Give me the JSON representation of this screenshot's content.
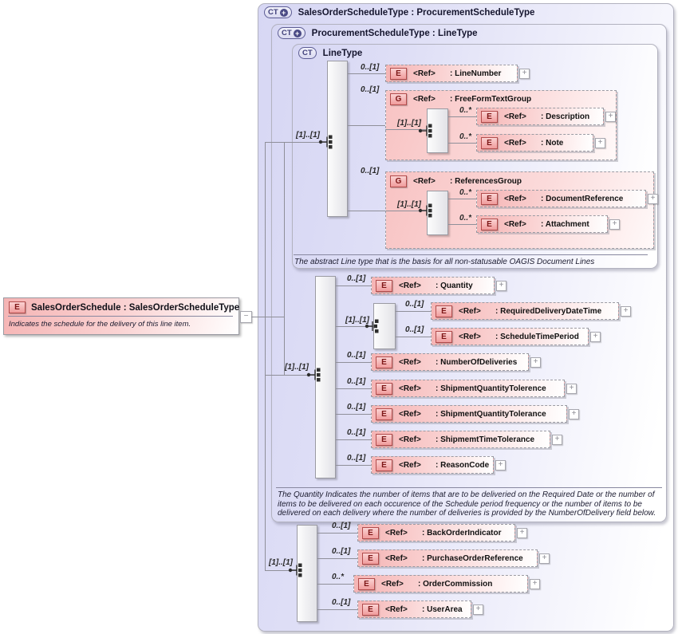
{
  "root_element": {
    "badge": "E",
    "title": "SalesOrderSchedule : SalesOrderScheduleType",
    "description": "Indicates the schedule for the delivery of this line item."
  },
  "types": {
    "outer": {
      "badge": "CT",
      "title": "SalesOrderScheduleType : ProcurementScheduleType"
    },
    "middle": {
      "badge": "CT",
      "title": "ProcurementScheduleType : LineType"
    },
    "inner": {
      "badge": "CT",
      "title": "LineType"
    }
  },
  "annotations": {
    "line_type": "The abstract Line type that is the basis for all non-statusable OAGIS Document Lines",
    "procurement": "The Quantity Indicates the number of items that are to be deliveried on the Required Date or the number of items to be delivered on each occurence of the Schedule period frequency or the number of items to be delivered on each delivery where the number of deliveries is provided by the NumberOfDelivery field below."
  },
  "seq_cards": {
    "line_type": "[1]..[1]",
    "free_form_text_group": "[1]..[1]",
    "references_group": "[1]..[1]",
    "procurement": "[1]..[1]",
    "choice": "[1]..[1]",
    "sales": "[1]..[1]"
  },
  "rows": {
    "line_number": {
      "badge": "E",
      "ref": "<Ref>",
      "name": ": LineNumber",
      "card": "0..[1]"
    },
    "free_form_text_group": {
      "badge": "G",
      "ref": "<Ref>",
      "name": ": FreeFormTextGroup",
      "card": "0..[1]"
    },
    "description": {
      "badge": "E",
      "ref": "<Ref>",
      "name": ": Description",
      "card": "0..*"
    },
    "note": {
      "badge": "E",
      "ref": "<Ref>",
      "name": ": Note",
      "card": "0..*"
    },
    "references_group": {
      "badge": "G",
      "ref": "<Ref>",
      "name": ": ReferencesGroup",
      "card": "0..[1]"
    },
    "document_reference": {
      "badge": "E",
      "ref": "<Ref>",
      "name": ": DocumentReference",
      "card": "0..*"
    },
    "attachment": {
      "badge": "E",
      "ref": "<Ref>",
      "name": ": Attachment",
      "card": "0..*"
    },
    "quantity": {
      "badge": "E",
      "ref": "<Ref>",
      "name": ": Quantity",
      "card": "0..[1]"
    },
    "required_delivery_date_time": {
      "badge": "E",
      "ref": "<Ref>",
      "name": ": RequiredDeliveryDateTime",
      "card": "0..[1]"
    },
    "schedule_time_period": {
      "badge": "E",
      "ref": "<Ref>",
      "name": ": ScheduleTimePeriod",
      "card": "0..[1]"
    },
    "number_of_deliveries": {
      "badge": "E",
      "ref": "<Ref>",
      "name": ": NumberOfDeliveries",
      "card": "0..[1]"
    },
    "shipment_quantity_tolerence": {
      "badge": "E",
      "ref": "<Ref>",
      "name": ": ShipmentQuantityTolerence",
      "card": "0..[1]"
    },
    "shipment_quantity_tolerance": {
      "badge": "E",
      "ref": "<Ref>",
      "name": ": ShipmentQuantityTolerance",
      "card": "0..[1]"
    },
    "shipmemt_time_tolerance": {
      "badge": "E",
      "ref": "<Ref>",
      "name": ": ShipmemtTimeTolerance",
      "card": "0..[1]"
    },
    "reason_code": {
      "badge": "E",
      "ref": "<Ref>",
      "name": ": ReasonCode",
      "card": "0..[1]"
    },
    "back_order_indicator": {
      "badge": "E",
      "ref": "<Ref>",
      "name": ": BackOrderIndicator",
      "card": "0..[1]"
    },
    "purchase_order_reference": {
      "badge": "E",
      "ref": "<Ref>",
      "name": ": PurchaseOrderReference",
      "card": "0..[1]"
    },
    "order_commission": {
      "badge": "E",
      "ref": "<Ref>",
      "name": ": OrderCommission",
      "card": "0..*"
    },
    "user_area": {
      "badge": "E",
      "ref": "<Ref>",
      "name": ": UserArea",
      "card": "0..[1]"
    }
  },
  "controls": {
    "expand_glyph": "+",
    "collapse_glyph": "−",
    "plus_glyph": "+"
  },
  "palette": {
    "lavender": "#d7d7f4",
    "pink": "#f5b4b4",
    "badge_border": "#b24c4c",
    "box_border": "#b2b2bf",
    "line": "#8f8f99"
  }
}
